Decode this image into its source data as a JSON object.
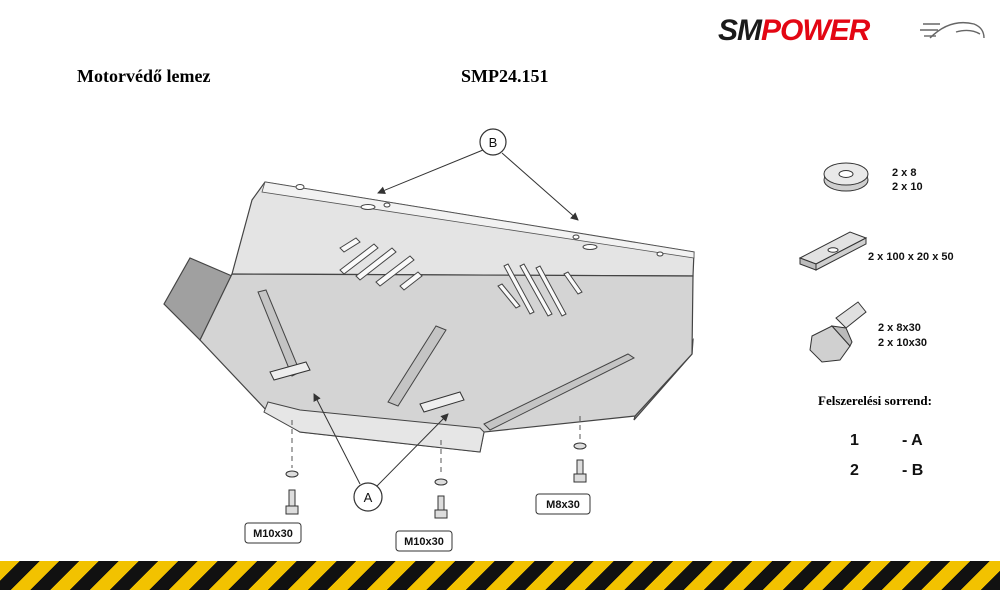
{
  "brand": {
    "part1": "SM",
    "part2": "POWER"
  },
  "header": {
    "product_name": "Motorvédő lemez",
    "product_code": "SMP24.151"
  },
  "callouts": {
    "a": "A",
    "b": "B"
  },
  "bolt_labels": {
    "left": "M10x30",
    "middle": "M10x30",
    "right": "M8x30"
  },
  "hardware": [
    {
      "name": "washer",
      "line1": "2 x   8",
      "line2": "2 x 10"
    },
    {
      "name": "plate",
      "line1": "2  x  100 x 20 x 50"
    },
    {
      "name": "bolt",
      "line1": "2 x   8x30",
      "line2": "2 x 10x30"
    }
  ],
  "sequence": {
    "heading": "Felszerelési sorrend:",
    "steps": [
      {
        "num": "1",
        "code": "- A"
      },
      {
        "num": "2",
        "code": "- B"
      }
    ]
  },
  "colors": {
    "brand_red": "#e30613",
    "plate_fill": "#d4d4d4",
    "stripe_yellow": "#f2c200"
  }
}
